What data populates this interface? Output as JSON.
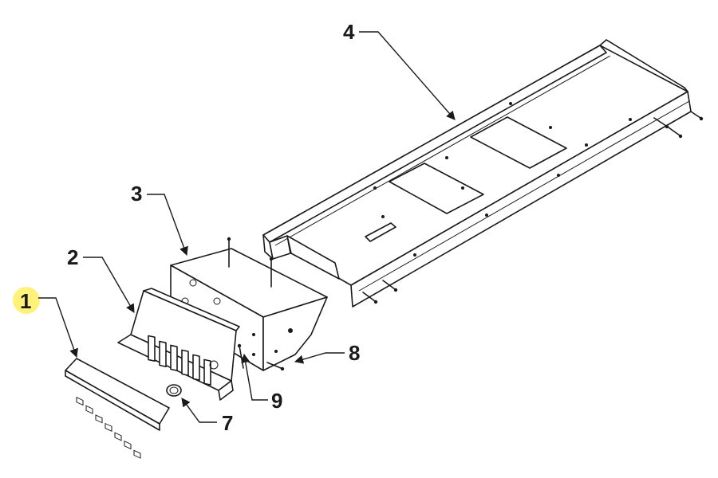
{
  "callouts": {
    "c1": "1",
    "c2": "2",
    "c3": "3",
    "c4": "4",
    "c7": "7",
    "c8": "8",
    "c9": "9"
  },
  "highlight_color": "#fff27a",
  "highlighted_callout": "1"
}
